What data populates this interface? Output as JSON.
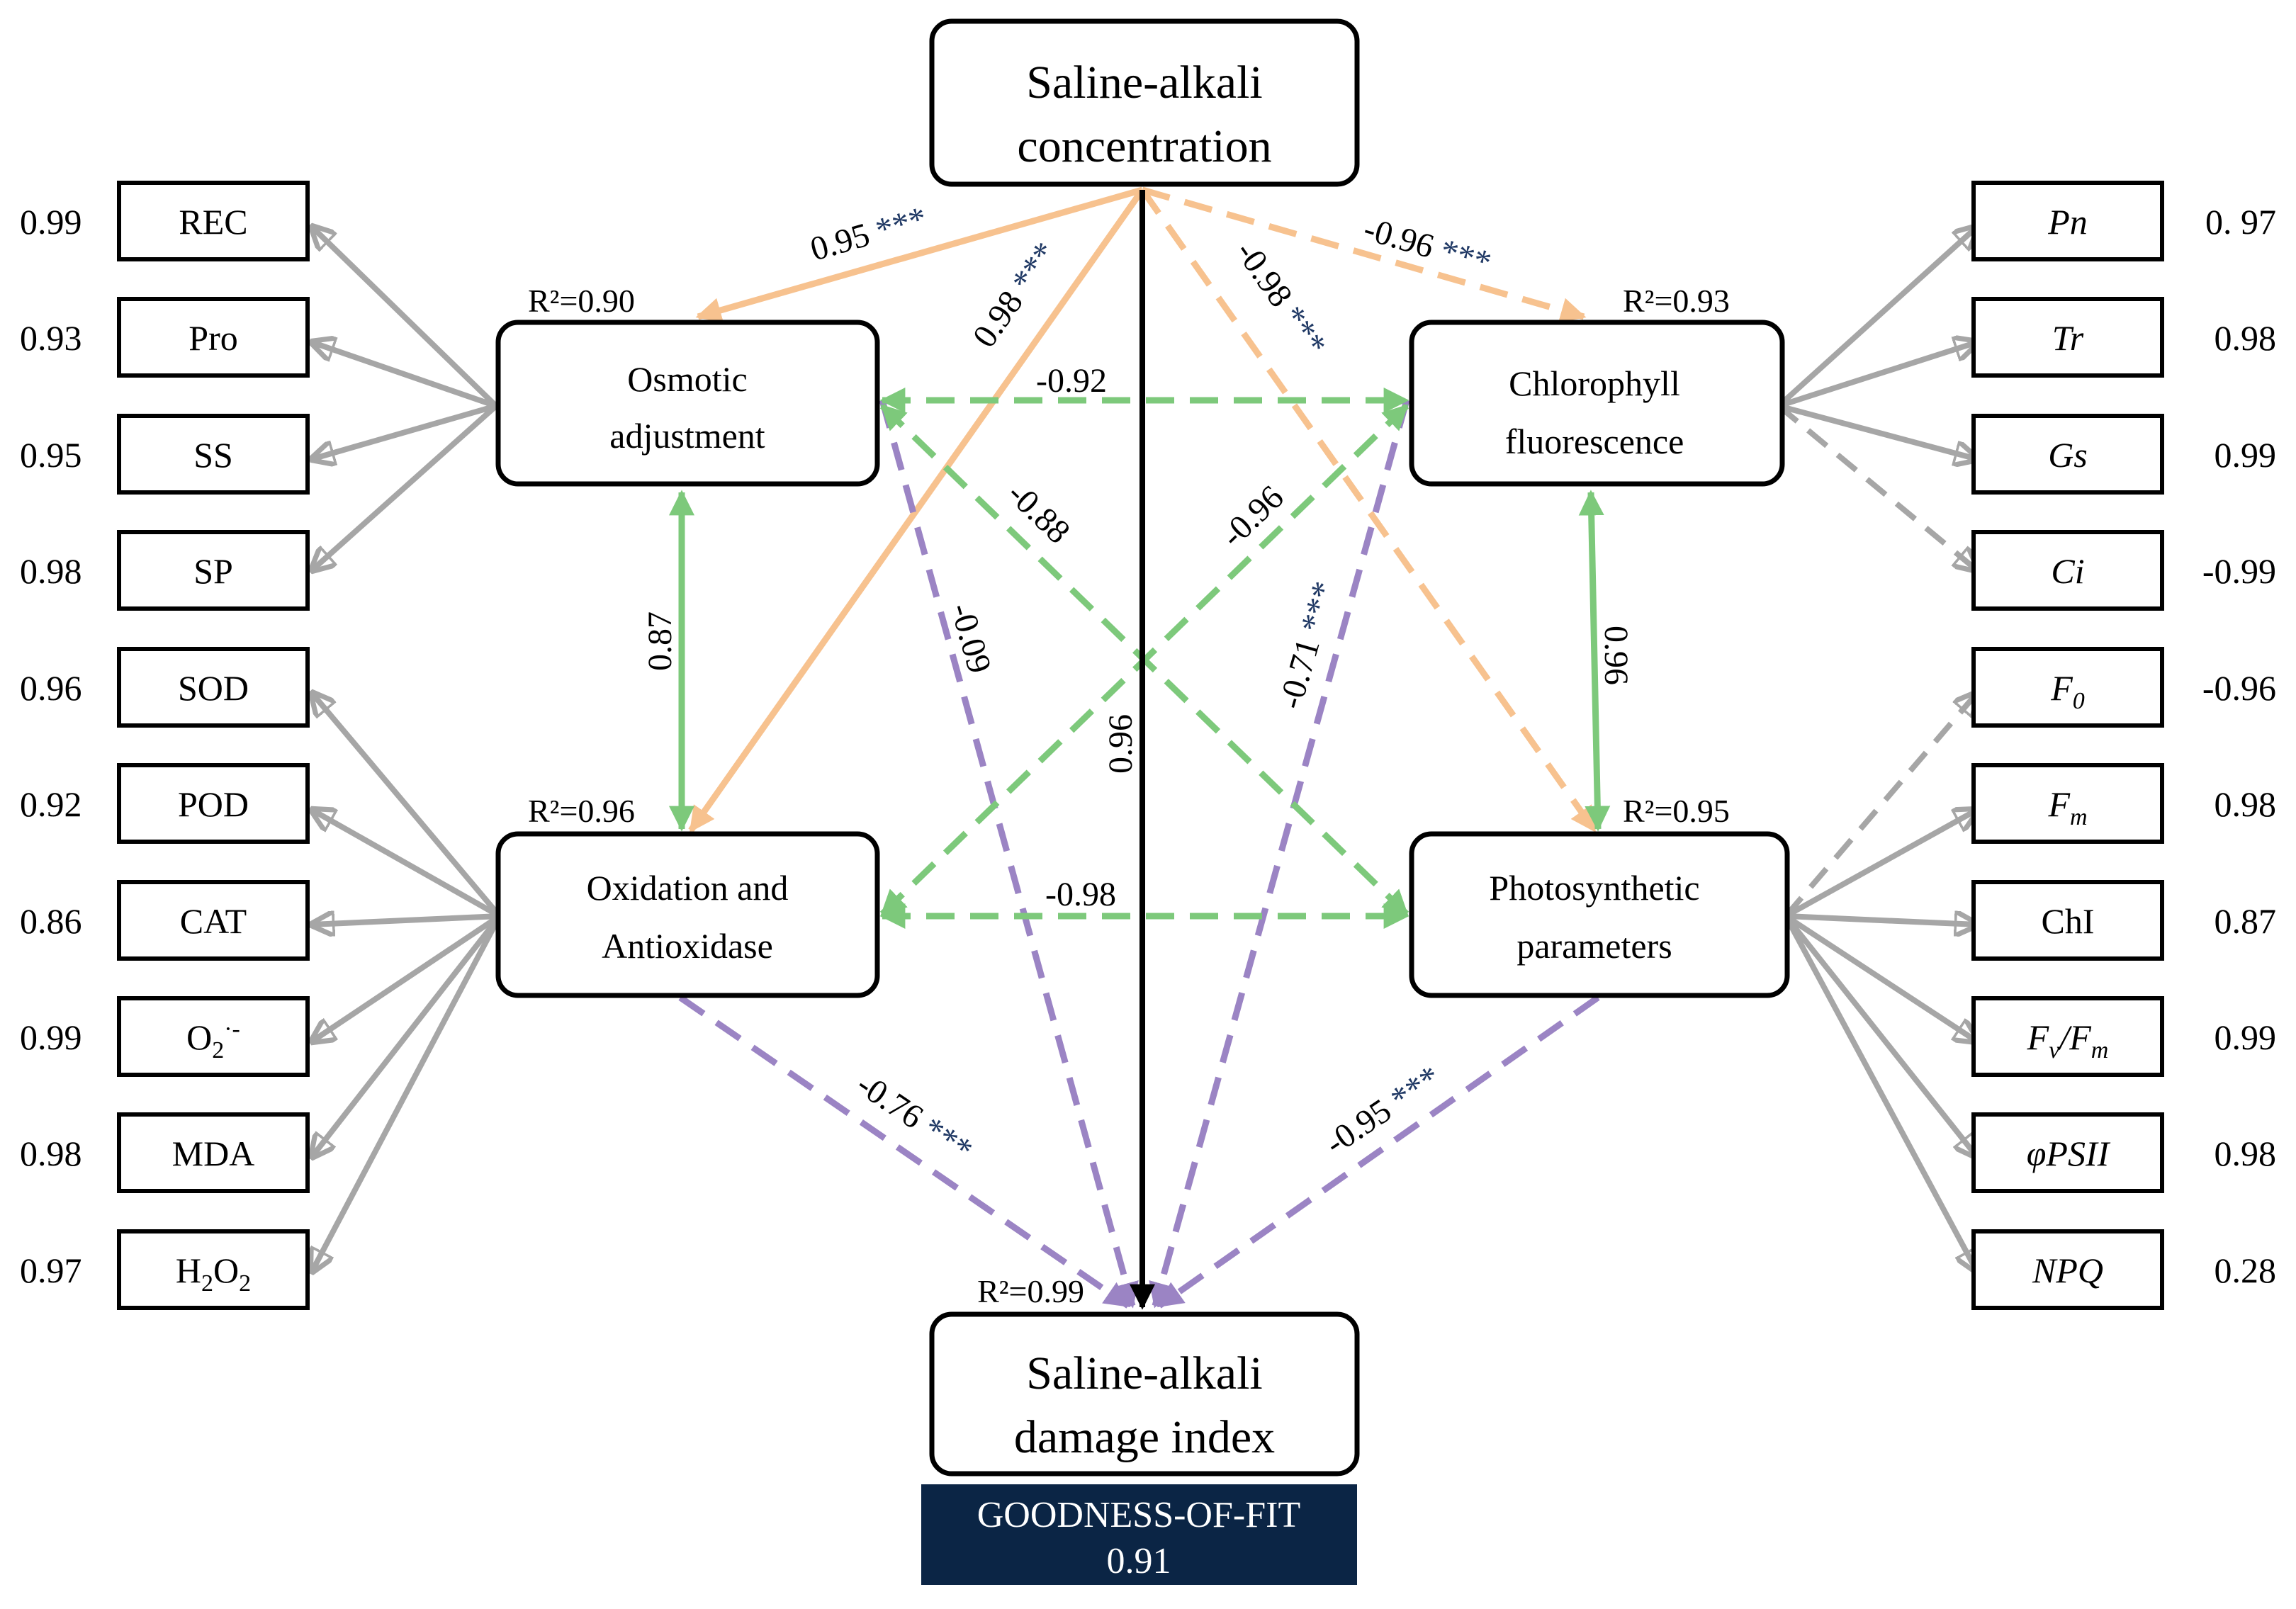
{
  "central": {
    "top": {
      "line1": "Saline-alkali",
      "line2": "concentration"
    },
    "bottom": {
      "line1": "Saline-alkali",
      "line2": "damage index"
    }
  },
  "latents": {
    "osmotic": {
      "line1": "Osmotic",
      "line2": "adjustment",
      "r2": "R²=0.90"
    },
    "oxidation": {
      "line1": "Oxidation and",
      "line2": "Antioxidase",
      "r2": "R²=0.96"
    },
    "chlorophyll": {
      "line1": "Chlorophyll",
      "line2": "fluorescence",
      "r2": "R²=0.93"
    },
    "photosynthetic": {
      "line1": "Photosynthetic",
      "line2": "parameters",
      "r2": "R²=0.95"
    },
    "damage_r2": "R²=0.99"
  },
  "left_indicators": [
    {
      "name": "REC",
      "loading": "0.99"
    },
    {
      "name": "Pro",
      "loading": "0.93"
    },
    {
      "name": "SS",
      "loading": "0.95"
    },
    {
      "name": "SP",
      "loading": "0.98"
    },
    {
      "name": "SOD",
      "loading": "0.96"
    },
    {
      "name": "POD",
      "loading": "0.92"
    },
    {
      "name": "CAT",
      "loading": "0.86"
    },
    {
      "name": "O",
      "sub": "2",
      "sup": "·-",
      "loading": "0.99"
    },
    {
      "name": "MDA",
      "loading": "0.98"
    },
    {
      "name": "H",
      "sub": "2",
      "name2": "O",
      "sub2": "2",
      "loading": "0.97"
    }
  ],
  "right_indicators": [
    {
      "name": "Pn",
      "loading": "0. 97"
    },
    {
      "name": "Tr",
      "loading": "0.98"
    },
    {
      "name": "Gs",
      "loading": "0.99"
    },
    {
      "name": "Ci",
      "loading": "-0.99"
    },
    {
      "name": "F",
      "sub": "0",
      "loading": "-0.96"
    },
    {
      "name": "F",
      "sub": "m",
      "loading": "0.98"
    },
    {
      "name": "ChI",
      "loading": "0.87"
    },
    {
      "name": "F",
      "sub": "v",
      "name2": "/F",
      "sub2": "m",
      "loading": "0.99"
    },
    {
      "name": "φPSII",
      "loading": "0.98"
    },
    {
      "name": "NPQ",
      "loading": "0.28"
    }
  ],
  "paths": {
    "conc_osm": {
      "coef": "0.95",
      "sig": "***"
    },
    "conc_oxi": {
      "coef": "0.98",
      "sig": "***"
    },
    "conc_chl": {
      "coef": "-0.96",
      "sig": "***"
    },
    "conc_pho": {
      "coef": "-0.98",
      "sig": "***"
    },
    "conc_dmg": {
      "coef": "0.96",
      "sig": ""
    },
    "osm_chl": {
      "coef": "-0.92",
      "sig": ""
    },
    "osm_oxi": {
      "coef": "0.87",
      "sig": ""
    },
    "osm_pho": {
      "coef": "-0.88",
      "sig": ""
    },
    "oxi_chl": {
      "coef": "-0.96",
      "sig": ""
    },
    "oxi_pho": {
      "coef": "-0.98",
      "sig": ""
    },
    "chl_pho": {
      "coef": "0.96",
      "sig": ""
    },
    "osm_dmg": {
      "coef": "-0.09",
      "sig": ""
    },
    "chl_dmg": {
      "coef": "-0.71",
      "sig": "***"
    },
    "oxi_dmg": {
      "coef": "-0.76",
      "sig": "***"
    },
    "pho_dmg": {
      "coef": "-0.95",
      "sig": "***"
    }
  },
  "goodness_of_fit": {
    "label": "GOODNESS-OF-FIT",
    "value": "0.91"
  },
  "colors": {
    "orange": "#f7c28f",
    "green": "#7dc97b",
    "purple": "#9b84c4",
    "gray": "#a6a6a6",
    "black": "#000000",
    "navy": "#0b2545"
  }
}
